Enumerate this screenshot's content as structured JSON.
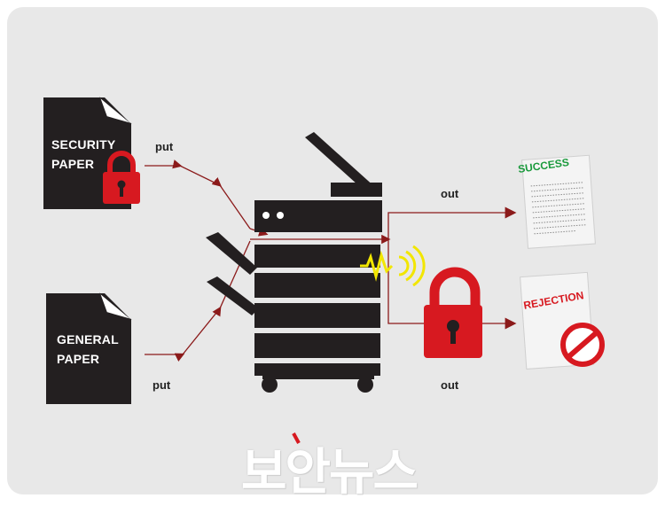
{
  "documents": {
    "security": {
      "line1": "SECURITY",
      "line2": "PAPER"
    },
    "general": {
      "line1": "GENERAL",
      "line2": "PAPER"
    }
  },
  "flows": {
    "put_top": "put",
    "put_bottom": "put",
    "out_top": "out",
    "out_bottom": "out"
  },
  "outputs": {
    "success_label": "SUCCESS",
    "rejection_label": "REJECTION"
  },
  "watermark": "보안뉴스",
  "colors": {
    "background": "#e8e8e8",
    "document": "#231f20",
    "lock": "#d71920",
    "flow_line": "#8b1a1a",
    "success": "#1a9a3c",
    "rejection": "#d71920",
    "signal": "#f2e600"
  }
}
